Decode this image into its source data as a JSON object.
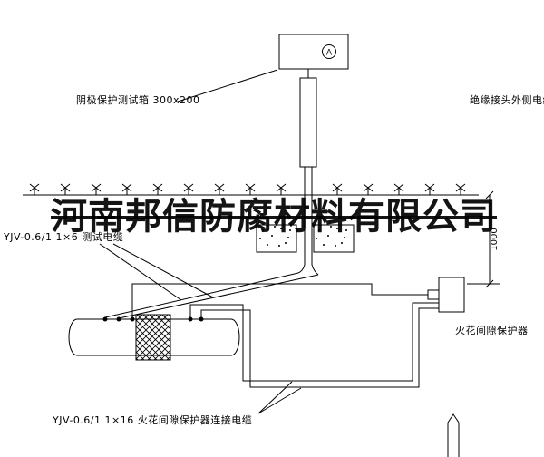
{
  "watermark": "河南邦信防腐材料有限公司",
  "meter": {
    "letter": "A"
  },
  "labels": {
    "test_box": "阴极保护测试箱 300x200",
    "outside_cable": "绝缘接头外侧电缆",
    "test_cable": "YJV-0.6/1 1×6  测试电缆",
    "spark_gap": "火花间隙保护器",
    "connection_cable": "YJV-0.6/1 1×16  火花间隙保护器连接电缆"
  },
  "dimension": {
    "depth_mm": "1000"
  },
  "colors": {
    "line": "#000000",
    "background": "#ffffff"
  }
}
